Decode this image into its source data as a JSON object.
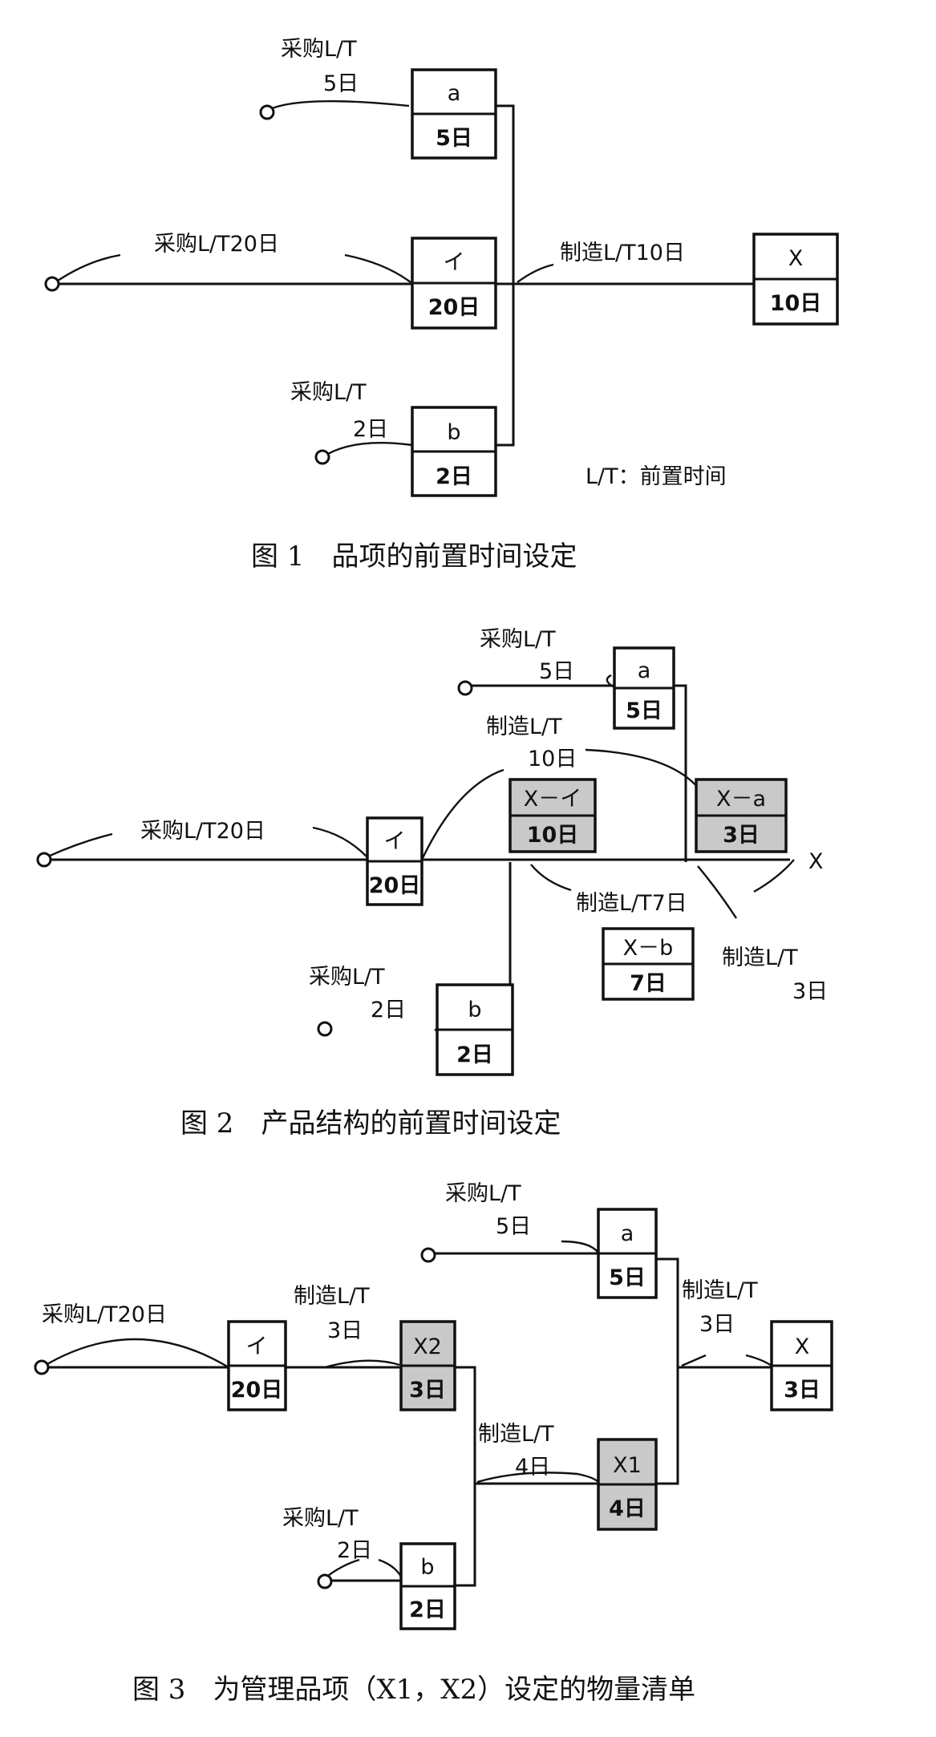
{
  "figure1": {
    "caption": "图 1　品项的前置时间设定",
    "labels": {
      "a_lt_line1": "采购L/T",
      "a_lt_line2": "5日",
      "i_lt": "采购L/T20日",
      "b_lt_line1": "采购L/T",
      "b_lt_line2": "2日",
      "x_lt": "制造L/T10日",
      "legend": "L/T：前置时间"
    },
    "boxes": {
      "a": {
        "name": "a",
        "days": "5日"
      },
      "i": {
        "name": "イ",
        "days": "20日"
      },
      "b": {
        "name": "b",
        "days": "2日"
      },
      "x": {
        "name": "X",
        "days": "10日"
      }
    }
  },
  "figure2": {
    "caption": "图 2　产品结构的前置时间设定",
    "labels": {
      "a_lt_line1": "采购L/T",
      "a_lt_line2": "5日",
      "xi_lt_line1": "制造L/T",
      "xi_lt_line2": "10日",
      "i_lt": "采购L/T20日",
      "xb_lt": "制造L/T7日",
      "xa_lt_line1": "制造L/T",
      "xa_lt_line2": "3日",
      "b_lt_line1": "采购L/T",
      "b_lt_line2": "2日",
      "x_end": "X"
    },
    "boxes": {
      "a": {
        "name": "a",
        "days": "5日"
      },
      "i": {
        "name": "イ",
        "days": "20日"
      },
      "xi": {
        "name": "X－イ",
        "days": "10日"
      },
      "xa": {
        "name": "X－a",
        "days": "3日"
      },
      "xb": {
        "name": "X－b",
        "days": "7日"
      },
      "b": {
        "name": "b",
        "days": "2日"
      }
    }
  },
  "figure3": {
    "caption": "图 3　为管理品项（X1，X2）设定的物量清单",
    "labels": {
      "a_lt_line1": "采购L/T",
      "a_lt_line2": "5日",
      "i_lt": "采购L/T20日",
      "x2_lt_line1": "制造L/T",
      "x2_lt_line2": "3日",
      "x_lt_line1": "制造L/T",
      "x_lt_line2": "3日",
      "x1_lt_line1": "制造L/T",
      "x1_lt_line2": "4日",
      "b_lt_line1": "采购L/T",
      "b_lt_line2": "2日"
    },
    "boxes": {
      "a": {
        "name": "a",
        "days": "5日"
      },
      "i": {
        "name": "イ",
        "days": "20日"
      },
      "x2": {
        "name": "X2",
        "days": "3日"
      },
      "x": {
        "name": "X",
        "days": "3日"
      },
      "x1": {
        "name": "X1",
        "days": "4日"
      },
      "b": {
        "name": "b",
        "days": "2日"
      }
    }
  }
}
